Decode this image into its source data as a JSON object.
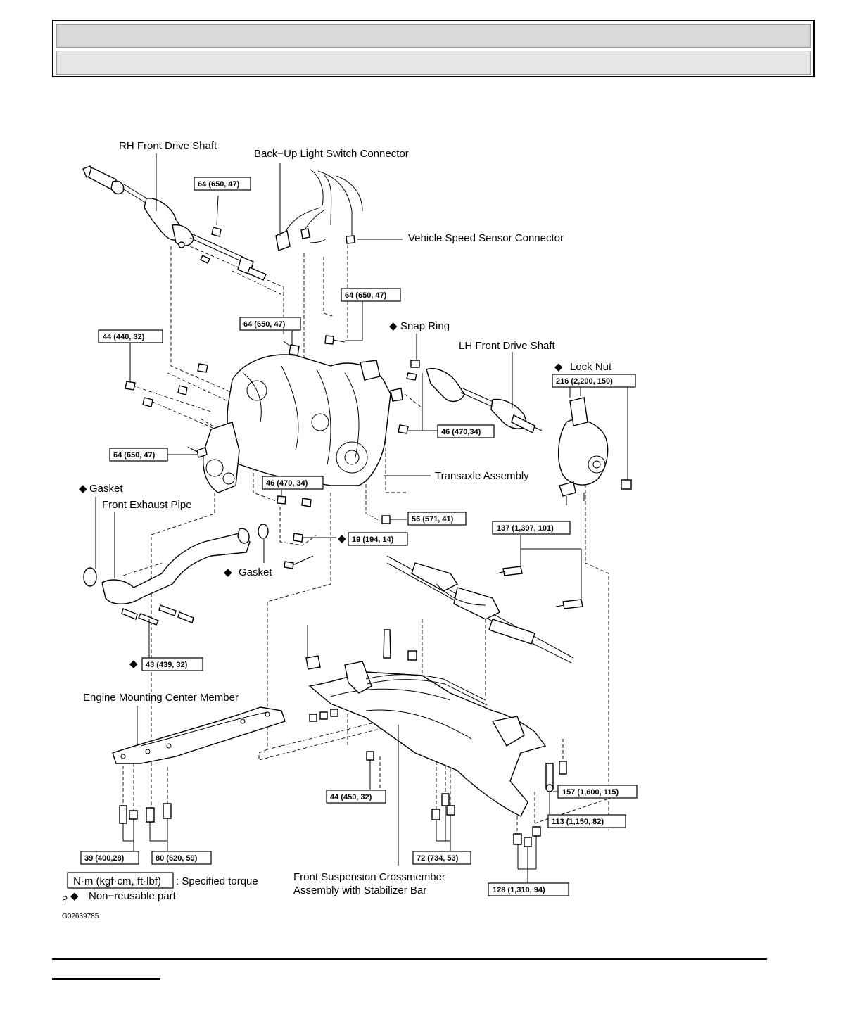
{
  "labels": {
    "rh_drive_shaft": "RH Front Drive Shaft",
    "backup_switch": "Back−Up Light Switch Connector",
    "speed_sensor": "Vehicle Speed Sensor Connector",
    "snap_ring": "Snap Ring",
    "lh_drive_shaft": "LH Front Drive Shaft",
    "lock_nut": "Lock Nut",
    "gasket_left": "Gasket",
    "front_exhaust_pipe": "Front Exhaust Pipe",
    "transaxle": "Transaxle Assembly",
    "gasket_mid": "Gasket",
    "engine_mount_member": "Engine Mounting Center Member",
    "crossmember_1": "Front Suspension Crossmember",
    "crossmember_2": "Assembly with Stabilizer Bar",
    "legend_units": "N·m (kgf·cm, ft·lbf)",
    "legend_specified": ": Specified torque",
    "legend_p": "P",
    "legend_nonreusable": "Non−reusable part",
    "figure_code": "G02639785"
  },
  "torques": {
    "t1": "64 (650, 47)",
    "t2": "64 (650, 47)",
    "t3": "64 (650, 47)",
    "t4": "44 (440, 32)",
    "t5": "216 (2,200, 150)",
    "t6": "46 (470,34)",
    "t7": "64 (650, 47)",
    "t8": "46 (470, 34)",
    "t9": "56 (571, 41)",
    "t10": "137 (1,397, 101)",
    "t11": "19 (194, 14)",
    "t12": "43 (439, 32)",
    "t13": "44 (450, 32)",
    "t14": "157 (1,600, 115)",
    "t15": "113 (1,150, 82)",
    "t16": "39 (400,28)",
    "t17": "80 (620, 59)",
    "t18": "72 (734, 53)",
    "t19": "128 (1,310, 94)"
  },
  "symbols": {
    "non_reusable": "◆"
  }
}
